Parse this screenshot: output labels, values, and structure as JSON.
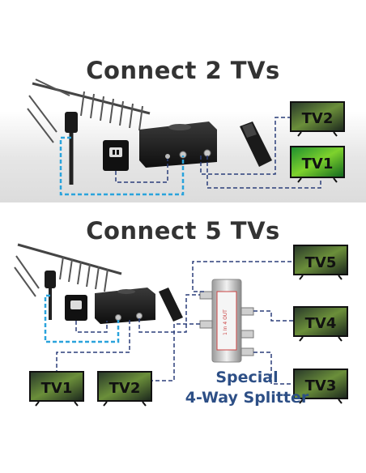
{
  "top_section": {
    "heading": "Connect 2 TVs",
    "tv_labels": [
      "TV2",
      "TV1"
    ]
  },
  "bottom_section": {
    "heading": "Connect 5 TVs",
    "tv_labels": [
      "TV5",
      "TV4",
      "TV3",
      "TV1",
      "TV2"
    ],
    "splitter_caption_line1": "Special",
    "splitter_caption_line2": "4-Way Splitter"
  },
  "colors": {
    "cable_blue_dashed": "#2aa3dc",
    "cable_navy_dashed": "#2b3e7a",
    "heading_text": "#333333",
    "caption_text": "#2d4f86"
  }
}
